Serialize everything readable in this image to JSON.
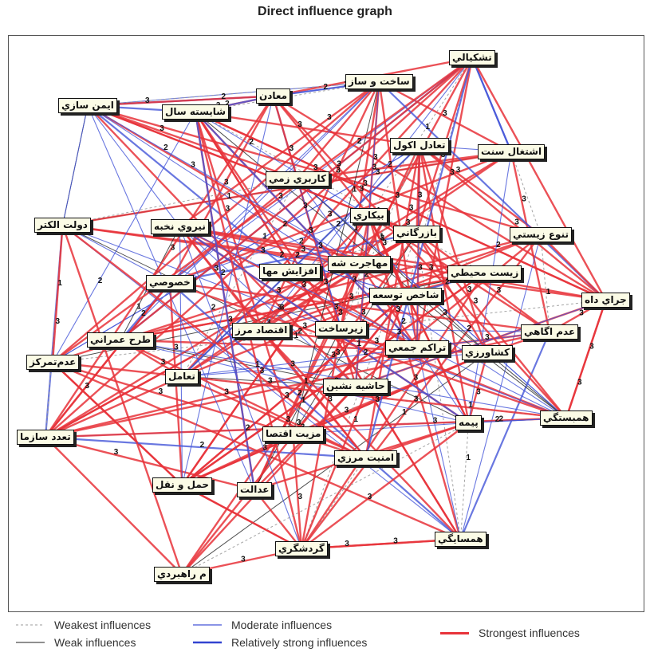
{
  "title": "Direct influence graph",
  "colors": {
    "strong": "#e8333a",
    "moderate": "#4455d8",
    "weak": "#222222",
    "weakest": "#9a9a9a",
    "node_fill": "#fbfbe6"
  },
  "nodes": [
    {
      "id": "n0",
      "label": "تشكيالي"
    },
    {
      "id": "n1",
      "label": "ساخت و ساز"
    },
    {
      "id": "n2",
      "label": "معادن"
    },
    {
      "id": "n3",
      "label": "شايسته سال"
    },
    {
      "id": "n4",
      "label": "ايمن سازي"
    },
    {
      "id": "n5",
      "label": "تعادل اكول"
    },
    {
      "id": "n6",
      "label": "اشتغال سنت"
    },
    {
      "id": "n7",
      "label": "كاربري زمي"
    },
    {
      "id": "n8",
      "label": "بيكاري"
    },
    {
      "id": "n9",
      "label": "نيروي نخبه"
    },
    {
      "id": "n10",
      "label": "دولت الكتر"
    },
    {
      "id": "n11",
      "label": "بازرگاني"
    },
    {
      "id": "n12",
      "label": "تنوع زيستي"
    },
    {
      "id": "n13",
      "label": "مهاجرت شه"
    },
    {
      "id": "n14",
      "label": "افزايش مها"
    },
    {
      "id": "n15",
      "label": "خصوصي"
    },
    {
      "id": "n16",
      "label": "زيست محيطي"
    },
    {
      "id": "n17",
      "label": "شاخص توسعه"
    },
    {
      "id": "n18",
      "label": "جراي داه"
    },
    {
      "id": "n19",
      "label": "زيرساخت"
    },
    {
      "id": "n20",
      "label": "اقتصاد مرز"
    },
    {
      "id": "n21",
      "label": "عدم اگاهي"
    },
    {
      "id": "n22",
      "label": "طرح عمراني"
    },
    {
      "id": "n23",
      "label": "تراكم جمعي"
    },
    {
      "id": "n24",
      "label": "كشاورزي"
    },
    {
      "id": "n25",
      "label": "عدم‌تمركز"
    },
    {
      "id": "n26",
      "label": "تعامل"
    },
    {
      "id": "n27",
      "label": "حاشيه نشين"
    },
    {
      "id": "n28",
      "label": "پيمه"
    },
    {
      "id": "n29",
      "label": "همبستگي"
    },
    {
      "id": "n30",
      "label": "تعدد سازما"
    },
    {
      "id": "n31",
      "label": "مزيت اقتصا"
    },
    {
      "id": "n32",
      "label": "امنيت مرزي"
    },
    {
      "id": "n33",
      "label": "حمل و نقل"
    },
    {
      "id": "n34",
      "label": "عدالت"
    },
    {
      "id": "n35",
      "label": "همسايگي"
    },
    {
      "id": "n36",
      "label": "گردشگري"
    },
    {
      "id": "n37",
      "label": "م راهبردي"
    }
  ],
  "legend": {
    "weakest": "Weakest influences",
    "weak": "Weak influences",
    "moderate": "Moderate influences",
    "relatively_strong": "Relatively strong influences",
    "strongest": "Strongest influences"
  }
}
